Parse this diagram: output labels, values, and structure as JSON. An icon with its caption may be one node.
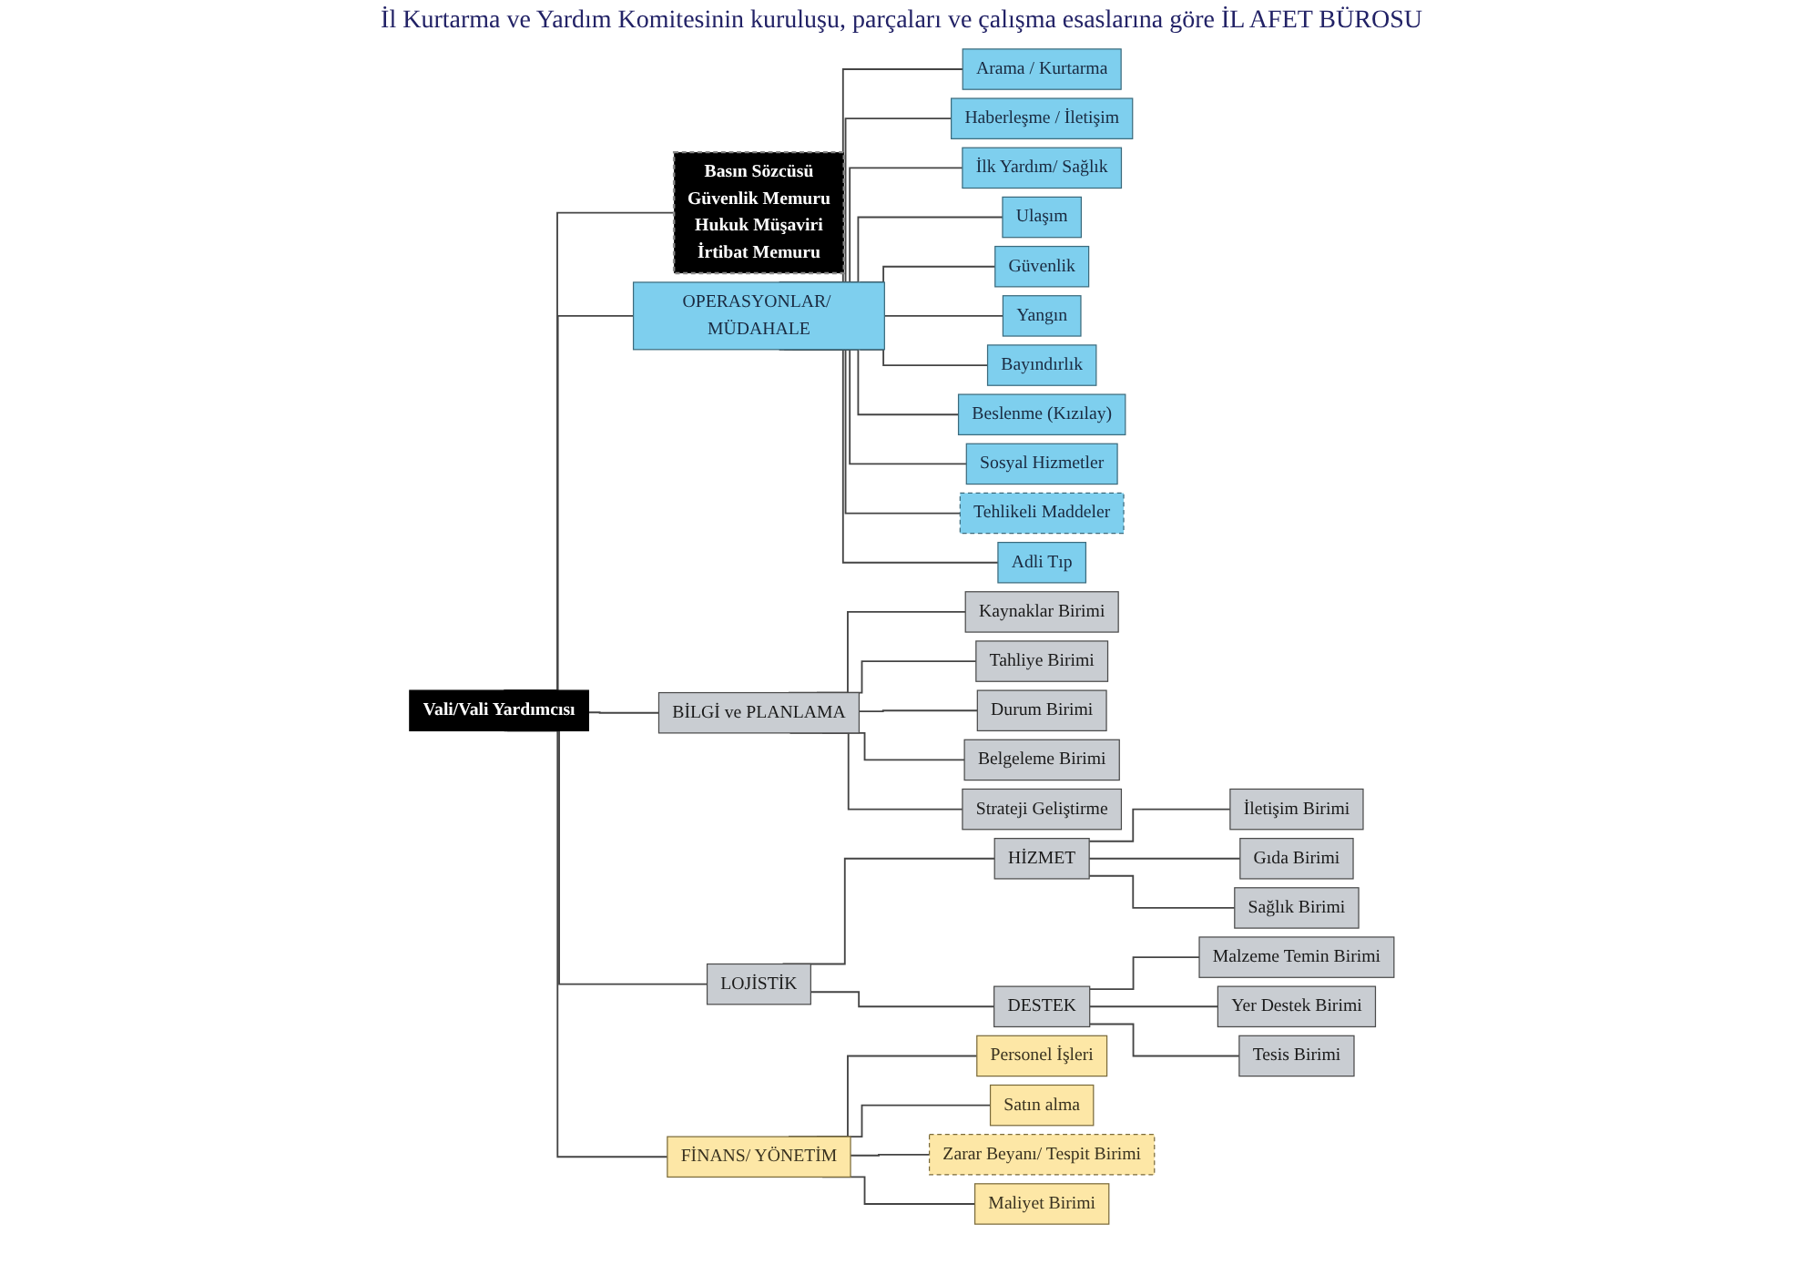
{
  "diagram": {
    "title": "İl Kurtarma ve Yardım Komitesinin kuruluşu, parçaları ve çalışma esaslarına göre İL AFET BÜROSU",
    "nodes": [
      {
        "text": [
          "Vali/Vali Yardımcısı"
        ]
      },
      {
        "text": [
          "Basın Sözcüsü",
          "Güvenlik Memuru",
          "Hukuk Müşaviri",
          "İrtibat Memuru"
        ]
      },
      {
        "text": [
          "OPERASYONLAR/ MÜDAHALE"
        ]
      },
      {
        "text": [
          "Arama / Kurtarma"
        ]
      },
      {
        "text": [
          "Haberleşme / İletişim"
        ]
      },
      {
        "text": [
          "İlk Yardım/ Sağlık"
        ]
      },
      {
        "text": [
          "Ulaşım"
        ]
      },
      {
        "text": [
          "Güvenlik"
        ]
      },
      {
        "text": [
          "Yangın"
        ]
      },
      {
        "text": [
          "Bayındırlık"
        ]
      },
      {
        "text": [
          "Beslenme (Kızılay)"
        ]
      },
      {
        "text": [
          "Sosyal Hizmetler"
        ]
      },
      {
        "text": [
          "Tehlikeli Maddeler"
        ]
      },
      {
        "text": [
          "Adli Tıp"
        ]
      },
      {
        "text": [
          "BİLGİ ve PLANLAMA"
        ]
      },
      {
        "text": [
          "Kaynaklar Birimi"
        ]
      },
      {
        "text": [
          "Tahliye Birimi"
        ]
      },
      {
        "text": [
          "Durum Birimi"
        ]
      },
      {
        "text": [
          "Belgeleme Birimi"
        ]
      },
      {
        "text": [
          "Strateji Geliştirme"
        ]
      },
      {
        "text": [
          "LOJİSTİK"
        ]
      },
      {
        "text": [
          "HİZMET"
        ]
      },
      {
        "text": [
          "DESTEK"
        ]
      },
      {
        "text": [
          "İletişim Birimi"
        ]
      },
      {
        "text": [
          "Gıda Birimi"
        ]
      },
      {
        "text": [
          "Sağlık Birimi"
        ]
      },
      {
        "text": [
          "Malzeme Temin Birimi"
        ]
      },
      {
        "text": [
          "Yer Destek Birimi"
        ]
      },
      {
        "text": [
          "Tesis Birimi"
        ]
      },
      {
        "text": [
          "FİNANS/ YÖNETİM"
        ]
      },
      {
        "text": [
          "Personel İşleri"
        ]
      },
      {
        "text": [
          "Satın alma"
        ]
      },
      {
        "text": [
          "Zarar Beyanı/ Tespit Birimi"
        ]
      },
      {
        "text": [
          "Maliyet Birimi"
        ]
      }
    ],
    "edges": [
      {
        "from": 0,
        "to": 1,
        "arrow": "none"
      },
      {
        "from": 0,
        "to": 2,
        "arrow": "none"
      },
      {
        "from": 0,
        "to": 14,
        "arrow": "none"
      },
      {
        "from": 0,
        "to": 20,
        "arrow": "none"
      },
      {
        "from": 0,
        "to": 29,
        "arrow": "none"
      },
      {
        "from": 2,
        "to": 3,
        "arrow": "none"
      },
      {
        "from": 2,
        "to": 4,
        "arrow": "none"
      },
      {
        "from": 2,
        "to": 5,
        "arrow": "none"
      },
      {
        "from": 2,
        "to": 6,
        "arrow": "none"
      },
      {
        "from": 2,
        "to": 7,
        "arrow": "none"
      },
      {
        "from": 2,
        "to": 8,
        "arrow": "none"
      },
      {
        "from": 2,
        "to": 9,
        "arrow": "none"
      },
      {
        "from": 2,
        "to": 10,
        "arrow": "none"
      },
      {
        "from": 2,
        "to": 11,
        "arrow": "none"
      },
      {
        "from": 2,
        "to": 12,
        "arrow": "none"
      },
      {
        "from": 2,
        "to": 13,
        "arrow": "none"
      },
      {
        "from": 14,
        "to": 15,
        "arrow": "none"
      },
      {
        "from": 14,
        "to": 16,
        "arrow": "none"
      },
      {
        "from": 14,
        "to": 17,
        "arrow": "none"
      },
      {
        "from": 14,
        "to": 18,
        "arrow": "none"
      },
      {
        "from": 14,
        "to": 19,
        "arrow": "none"
      },
      {
        "from": 20,
        "to": 21,
        "arrow": "none"
      },
      {
        "from": 20,
        "to": 22,
        "arrow": "none"
      },
      {
        "from": 21,
        "to": 23,
        "arrow": "none"
      },
      {
        "from": 21,
        "to": 24,
        "arrow": "none"
      },
      {
        "from": 21,
        "to": 25,
        "arrow": "none"
      },
      {
        "from": 22,
        "to": 26,
        "arrow": "none"
      },
      {
        "from": 22,
        "to": 27,
        "arrow": "none"
      },
      {
        "from": 22,
        "to": 28,
        "arrow": "none"
      },
      {
        "from": 29,
        "to": 30,
        "arrow": "none"
      },
      {
        "from": 29,
        "to": 31,
        "arrow": "none"
      },
      {
        "from": 29,
        "to": 32,
        "arrow": "none"
      },
      {
        "from": 29,
        "to": 33,
        "arrow": "none"
      }
    ]
  }
}
